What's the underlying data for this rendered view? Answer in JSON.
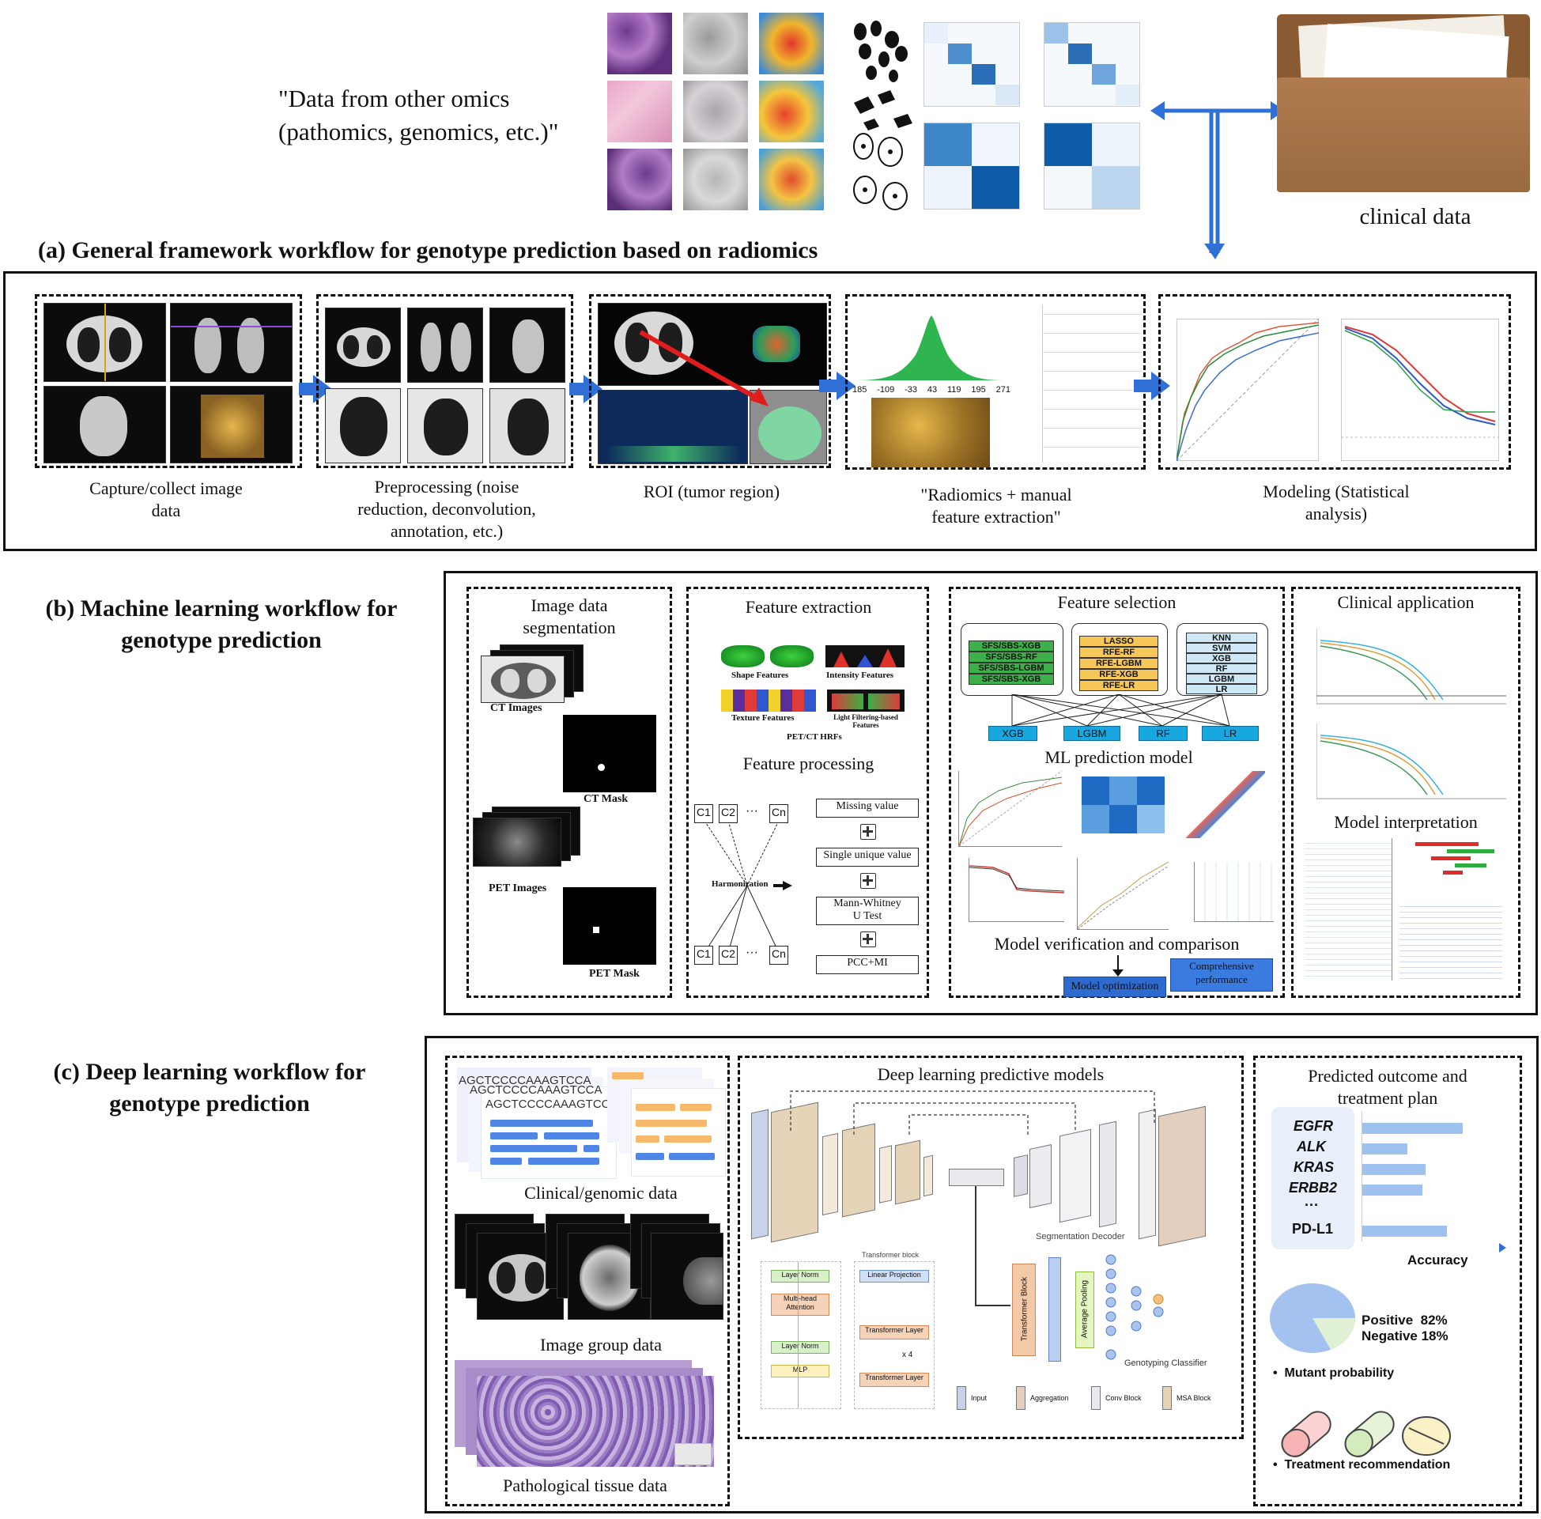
{
  "top": {
    "omics_quote": "\"Data from other omics\n(pathomics, genomics, etc.)\"",
    "clinical_label": "clinical data"
  },
  "panel_a": {
    "title": "(a) General framework workflow for genotype prediction based on radiomics",
    "steps": [
      "Capture/collect image\ndata",
      "Preprocessing (noise\nreduction, deconvolution,\nannotation, etc.)",
      "ROI (tumor region)",
      "\"Radiomics + manual\nfeature extraction\"",
      "Modeling (Statistical\nanalysis)"
    ],
    "histogram_ticks": [
      "185",
      "-109",
      "-33",
      "43",
      "119",
      "195",
      "271"
    ]
  },
  "panel_b": {
    "title": "(b) Machine learning workflow for\ngenotype prediction",
    "seg_title": "Image data\nsegmentation",
    "seg_labels": [
      "CT Images",
      "CT  Mask",
      "PET Images",
      "PET  Mask"
    ],
    "fe_title": "Feature extraction",
    "fe_items": [
      "Shape Features",
      "Intensity Features",
      "Texture Features",
      "Light Filtering-based Features"
    ],
    "fe_source": "PET/CT HRFs",
    "fp_title": "Feature processing",
    "fp_nodes": [
      "C1",
      "C2",
      "···",
      "Cn"
    ],
    "fp_harmonization": "Harmonization",
    "fp_steps": [
      "Missing value",
      "Single unique value",
      "Mann-Whitney\nU Test",
      "PCC+MI"
    ],
    "fs_title": "Feature selection",
    "fs_group1": [
      "SFS/SBS-XGB",
      "SFS/SBS-RF",
      "SFS/SBS-LGBM",
      "SFS/SBS-XGB"
    ],
    "fs_group2": [
      "LASSO",
      "RFE-RF",
      "RFE-LGBM",
      "RFE-XGB",
      "RFE-LR"
    ],
    "fs_group3": [
      "KNN",
      "SVM",
      "XGB",
      "RF",
      "LGBM",
      "LR"
    ],
    "fs_models": [
      "XGB",
      "LGBM",
      "RF",
      "LR"
    ],
    "ml_title": "ML prediction model",
    "verify_title": "Model verification and comparison",
    "opt_label": "Model optimization",
    "comp_label": "Comprehensive\nperformance",
    "clin_title": "Clinical application",
    "interp_title": "Model interpretation"
  },
  "panel_c": {
    "title": "(c) Deep learning workflow for\ngenotype prediction",
    "dna": [
      "AGCTCCCCAAAGTCCA",
      "AGCTCCCCAAAGTCCA",
      "AGCTCCCCAAAGTCCA"
    ],
    "clinical_label": "Clinical/genomic data",
    "image_label": "Image group data",
    "patho_label": "Pathological tissue data",
    "dl_title": "Deep learning predictive models",
    "seg_decoder": "Segmentation Decoder",
    "transformer_block": "Transformer Block",
    "avg_pooling": "Average Pooling",
    "genotyping_classifier": "Genotyping Classifier",
    "tblock_items": [
      "Layer Norm",
      "Multi-head\nAttention",
      "Layer Norm",
      "MLP"
    ],
    "tblock2_title": "Transformer block",
    "tblock2_items": [
      "Linear Projection",
      "Transformer Layer",
      "x 4",
      "Transformer Layer"
    ],
    "legend_items": [
      "Input",
      "Aggregation",
      "Conv Block",
      "MSA Block"
    ],
    "out_title": "Predicted outcome and\ntreatment plan",
    "genes": [
      "EGFR",
      "ALK",
      "KRAS",
      "ERBB2",
      "···",
      "PD-L1"
    ],
    "gene_accuracy": [
      0.95,
      0.43,
      0.6,
      0.57,
      0.0,
      0.8
    ],
    "accuracy_label": "Accuracy",
    "positive": "Positive  82%",
    "negative": "Negative 18%",
    "pie_positive_fraction": 0.82,
    "mutant_label": "Mutant probability",
    "treatment_label": "Treatment recommendation"
  },
  "colors": {
    "arrow_blue": "#2f6fd6",
    "feature_green": "#2aae3d",
    "tag_blue": "#19a7e0",
    "bar_blue": "#9ec1ef",
    "model_blue": "#2e6bd0"
  }
}
